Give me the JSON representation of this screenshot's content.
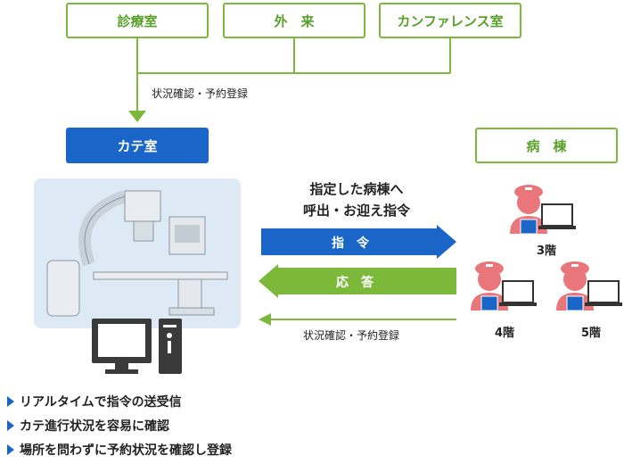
{
  "top_boxes": {
    "consult": "診療室",
    "outpatient": "外　来",
    "conference": "カンファレンス室"
  },
  "top_label": "状況確認・予約登録",
  "cath_room": "カテ室",
  "ward": "病　棟",
  "instruction_title_line1": "指定した病棟へ",
  "instruction_title_line2": "呼出・お迎え指令",
  "arrow_command": "指令",
  "arrow_response": "応答",
  "bottom_arrow_label": "状況確認・予約登録",
  "floors": {
    "f3": "3階",
    "f4": "4階",
    "f5": "5階"
  },
  "features": [
    "リアルタイムで指令の送受信",
    "カテ進行状況を容易に確認",
    "場所を問わずに予約状況を確認し登録"
  ],
  "colors": {
    "green": "#7cb93a",
    "blue": "#1a66c8",
    "pink": "#e8767a"
  }
}
